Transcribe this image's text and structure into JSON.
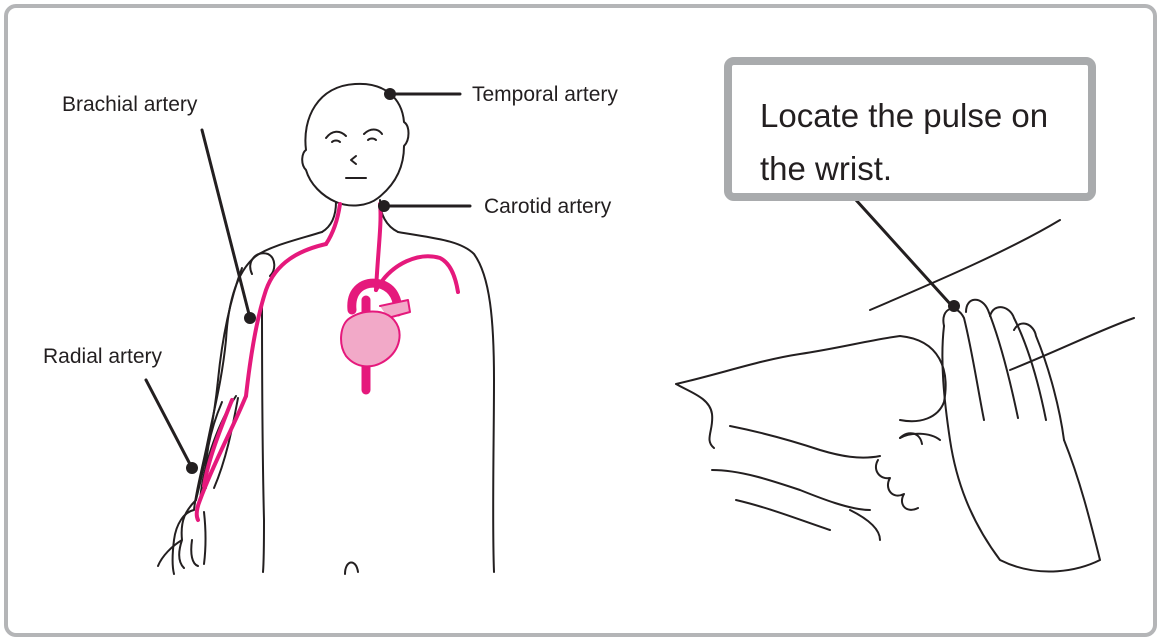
{
  "labels": {
    "temporal": "Temporal artery",
    "brachial": "Brachial artery",
    "carotid": "Carotid artery",
    "radial": "Radial artery"
  },
  "callout": {
    "line1": "Locate the pulse on",
    "line2": "the wrist."
  },
  "colors": {
    "artery": "#e5197c",
    "heart_fill": "#f2a9c8",
    "outline": "#231f20",
    "frame_border": "#b4b5b7",
    "callout_border": "#a9abad"
  }
}
